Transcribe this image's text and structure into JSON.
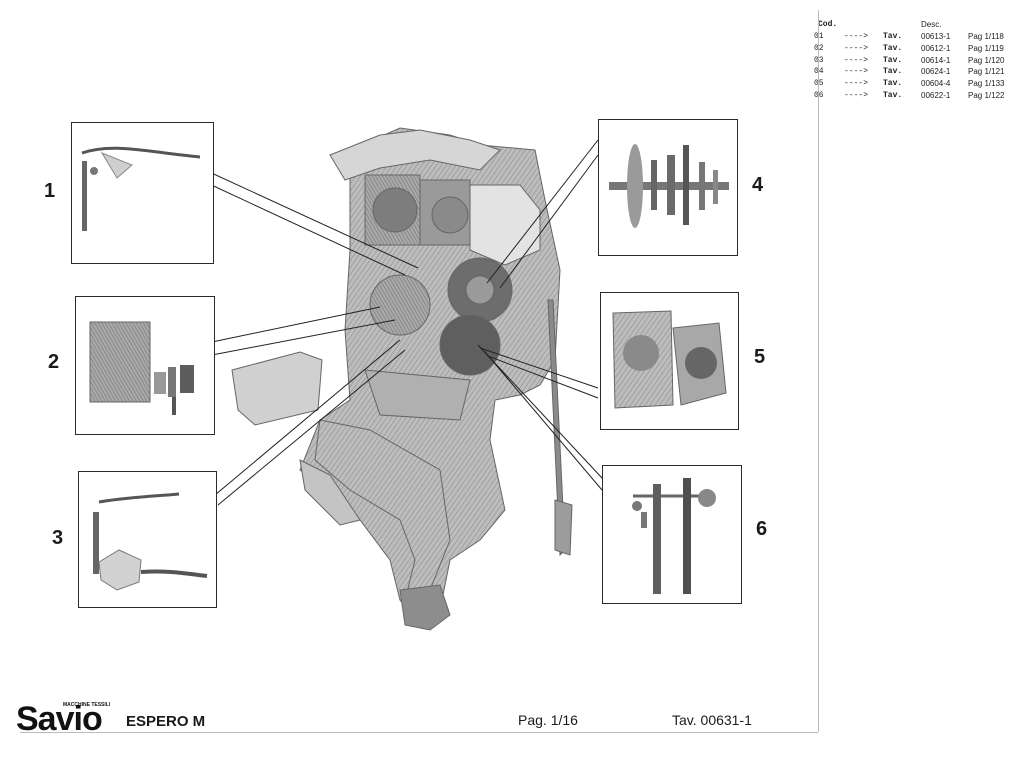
{
  "callouts": [
    {
      "label": "1"
    },
    {
      "label": "2"
    },
    {
      "label": "3"
    },
    {
      "label": "4"
    },
    {
      "label": "5"
    },
    {
      "label": "6"
    }
  ],
  "reference_table": {
    "header_code": "Cod.",
    "header_desc": "Desc.",
    "rows": [
      {
        "index": "01",
        "arrow": "---->",
        "tav": "Tav.",
        "number": "00613-1",
        "page": "Pag 1/118"
      },
      {
        "index": "02",
        "arrow": "---->",
        "tav": "Tav.",
        "number": "00612-1",
        "page": "Pag 1/119"
      },
      {
        "index": "03",
        "arrow": "---->",
        "tav": "Tav.",
        "number": "00614-1",
        "page": "Pag 1/120"
      },
      {
        "index": "04",
        "arrow": "---->",
        "tav": "Tav.",
        "number": "00624-1",
        "page": "Pag 1/121"
      },
      {
        "index": "05",
        "arrow": "---->",
        "tav": "Tav.",
        "number": "00604-4",
        "page": "Pag 1/133"
      },
      {
        "index": "06",
        "arrow": "---->",
        "tav": "Tav.",
        "number": "00622-1",
        "page": "Pag 1/122"
      }
    ]
  },
  "footer": {
    "brand": "Savio",
    "brand_tagline": "MACCHINE TESSILI",
    "model": "ESPERO M",
    "page": "Pag. 1/16",
    "tav": "Tav. 00631-1"
  },
  "colors": {
    "ink": "#1a1a1a",
    "frame": "#2a2a2a",
    "machine_shade": "#8a8a8a"
  }
}
